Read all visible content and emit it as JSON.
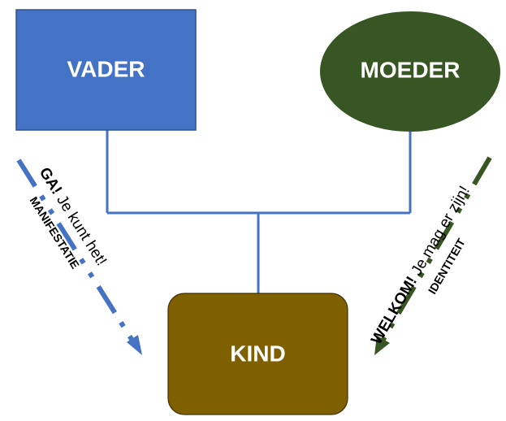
{
  "nodes": {
    "father": {
      "label": "VADER",
      "shape": "rectangle",
      "color": "#4472C4"
    },
    "mother": {
      "label": "MOEDER",
      "shape": "ellipse",
      "color": "#375623"
    },
    "child": {
      "label": "KIND",
      "shape": "rounded-rectangle",
      "color": "#7F6000"
    }
  },
  "connector": {
    "color": "#4472C4",
    "from": [
      "VADER",
      "MOEDER"
    ],
    "to": "KIND"
  },
  "arrows": {
    "father_arrow": {
      "color": "#4472C4",
      "style": "dash-dot",
      "target": "KIND",
      "text_bold": "GA!",
      "text_rest": " Je kunt het!",
      "subtitle": "MANIFESTATIE"
    },
    "mother_arrow": {
      "color": "#375623",
      "style": "dash-dot",
      "target": "KIND",
      "text_bold": "WELKOM!",
      "text_rest": " Je mag er zijn!",
      "subtitle": "IDENTITEIT"
    }
  }
}
